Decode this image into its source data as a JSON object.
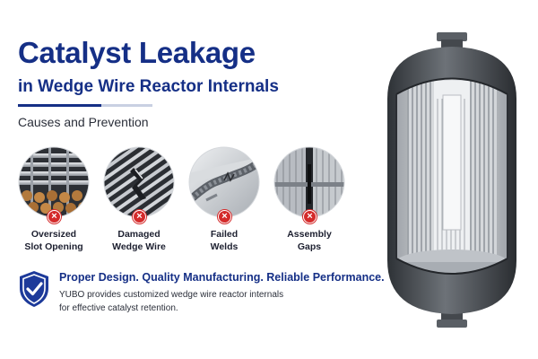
{
  "header": {
    "title": "Catalyst Leakage",
    "subtitle": "in Wedge Wire Reactor Internals",
    "section_label": "Causes and Prevention"
  },
  "causes": [
    {
      "line1": "Oversized",
      "line2": "Slot Opening",
      "icon": "oversized-slot-image"
    },
    {
      "line1": "Damaged",
      "line2": "Wedge Wire",
      "icon": "damaged-wire-image"
    },
    {
      "line1": "Failed",
      "line2": "Welds",
      "icon": "failed-weld-image"
    },
    {
      "line1": "Assembly",
      "line2": "Gaps",
      "icon": "assembly-gap-image"
    }
  ],
  "badge_symbol": "×",
  "footer": {
    "tagline": "Proper Design. Quality Manufacturing. Reliable Performance.",
    "desc_line1": "YUBO provides customized wedge wire reactor internals",
    "desc_line2": "for effective catalyst retention."
  },
  "colors": {
    "brand_blue": "#152f86",
    "warning_red": "#d42a2a",
    "metal_dark": "#4f545a",
    "metal_light": "#c9ccd0"
  }
}
